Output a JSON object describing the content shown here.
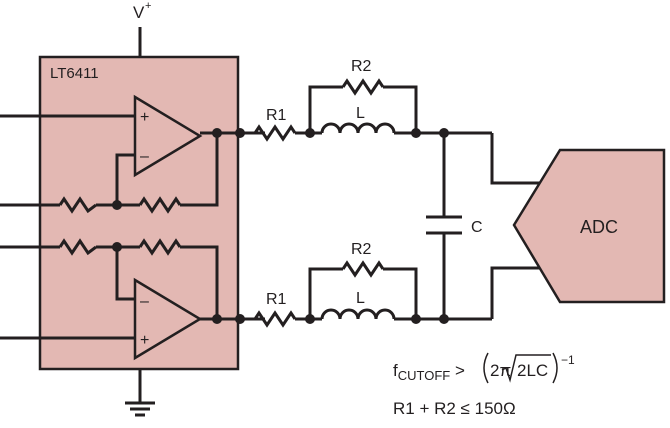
{
  "supply": {
    "label": "V",
    "superscript": "+"
  },
  "chip": {
    "label": "LT6411",
    "fill": "#e3b8b3"
  },
  "adc": {
    "label": "ADC",
    "fill": "#e3b8b3"
  },
  "top_path": {
    "r1_label": "R1",
    "r2_label": "R2",
    "inductor_label": "L"
  },
  "bottom_path": {
    "r1_label": "R1",
    "r2_label": "R2",
    "inductor_label": "L"
  },
  "capacitor": {
    "label": "C"
  },
  "opamp_top": {
    "plus": "+",
    "minus": "–"
  },
  "opamp_bottom": {
    "plus": "+",
    "minus": "–"
  },
  "equations": {
    "cutoff_f": "f",
    "cutoff_sub": "CUTOFF",
    "cutoff_gt": " > ",
    "cutoff_2pi": "2π",
    "cutoff_radicand": "2LC",
    "cutoff_exp": "−1",
    "constraint": "R1 + R2 ≤ 150Ω"
  },
  "colors": {
    "wire": "#231f20",
    "component_fill": "#e3b8b3"
  }
}
